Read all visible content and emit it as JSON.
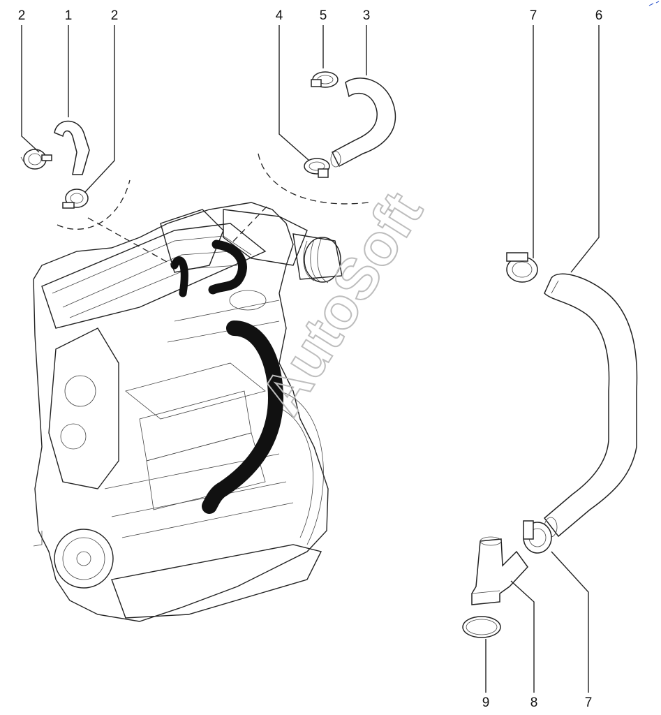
{
  "watermark": "AutoSoft",
  "callouts": [
    {
      "id": "c2a",
      "text": "2"
    },
    {
      "id": "c1",
      "text": "1"
    },
    {
      "id": "c2b",
      "text": "2"
    },
    {
      "id": "c4",
      "text": "4"
    },
    {
      "id": "c5",
      "text": "5"
    },
    {
      "id": "c3",
      "text": "3"
    },
    {
      "id": "c7a",
      "text": "7"
    },
    {
      "id": "c6",
      "text": "6"
    },
    {
      "id": "c9",
      "text": "9"
    },
    {
      "id": "c8",
      "text": "8"
    },
    {
      "id": "c7b",
      "text": "7"
    }
  ]
}
